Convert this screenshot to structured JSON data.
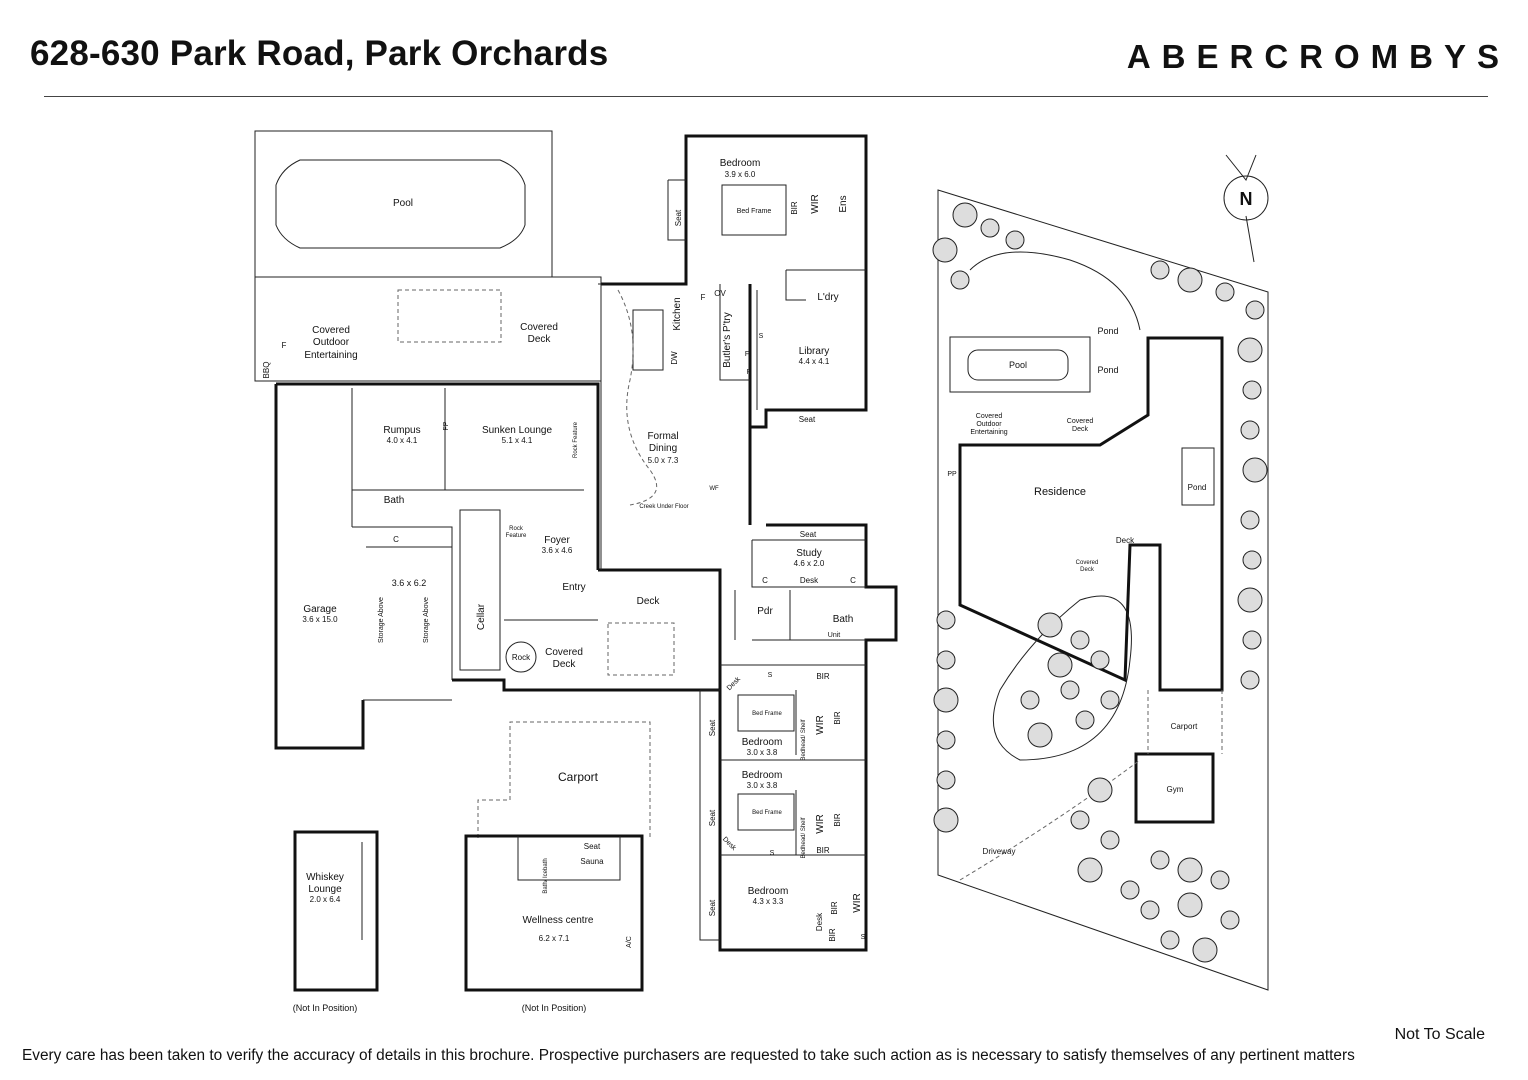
{
  "header": {
    "title": "628-630 Park Road, Park Orchards",
    "brand": "ABERCROMBYS"
  },
  "footer": {
    "scale_note": "Not To Scale",
    "disclaimer": "Every care has been taken to verify the accuracy of details in this brochure. Prospective purchasers are requested to take such action as is necessary to satisfy themselves of any pertinent matters"
  },
  "floorplan": {
    "pool": "Pool",
    "covered_outdoor": [
      "Covered",
      "Outdoor",
      "Entertaining"
    ],
    "covered_deck_top": [
      "Covered",
      "Deck"
    ],
    "bbq": "BBQ",
    "f_bbq": "F",
    "bedroom_main": {
      "name": "Bedroom",
      "size": "3.9 x 6.0",
      "frame": "Bed Frame"
    },
    "seat_main": "Seat",
    "bir_main": "BIR",
    "wir_main": "WIR",
    "ens": "Ens",
    "kitchen": "Kitchen",
    "dw": "DW",
    "f_kitchen": "F",
    "ov": "OV",
    "butlers": "Butler's P'try",
    "s_butlers": "S",
    "f_butlers": "F",
    "p_butlers": "P",
    "ldry": "L'dry",
    "library": {
      "name": "Library",
      "size": "4.4 x 4.1"
    },
    "seat_library": "Seat",
    "rumpus": {
      "name": "Rumpus",
      "size": "4.0 x 4.1"
    },
    "fp": "FP",
    "sunken": {
      "name": "Sunken Lounge",
      "size": "5.1 x 4.1"
    },
    "rock_feature": "Rock Feature",
    "formal": {
      "name": [
        "Formal",
        "Dining"
      ],
      "size": "5.0 x 7.3"
    },
    "creek": "Creek Under Floor",
    "wf": "WF",
    "bath_left": "Bath",
    "c_left": "C",
    "garage": {
      "name": "Garage",
      "size": "3.6 x 15.0"
    },
    "dim_storage": "3.6 x 6.2",
    "storage1": "Storage Above",
    "storage2": "Storage Above",
    "cellar": "Cellar",
    "rock_feature2": [
      "Rock",
      "Feature"
    ],
    "foyer": {
      "name": "Foyer",
      "size": "3.6 x 4.6"
    },
    "entry": "Entry",
    "rock": "Rock",
    "covered_deck_low": [
      "Covered",
      "Deck"
    ],
    "deck_mid": "Deck",
    "seat_study": "Seat",
    "study": {
      "name": "Study",
      "size": "4.6 x 2.0"
    },
    "c_study1": "C",
    "desk_study": "Desk",
    "c_study2": "C",
    "pdr": "Pdr",
    "bath_right": "Bath",
    "unit": "Unit",
    "desk_b1": "Desk",
    "s_b1": "S",
    "bir_b1_top": "BIR",
    "seat_b1": "Seat",
    "frame_b1": "Bed Frame",
    "bedhead_b1": "Bedhead/ Shelf",
    "wir_b1": "WIR",
    "bir_b1": "BIR",
    "bedroom_b1": {
      "name": "Bedroom",
      "size": "3.0 x 3.8"
    },
    "bedroom_b2": {
      "name": "Bedroom",
      "size": "3.0 x 3.8"
    },
    "seat_b2": "Seat",
    "frame_b2": "Bed Frame",
    "bedhead_b2": "Bedhead/ Shelf",
    "wir_b2": "WIR",
    "bir_b2": "BIR",
    "desk_b2": "Desk",
    "s_b2": "S",
    "bir_b2_bot": "BIR",
    "seat_b3": "Seat",
    "bedroom_b3": {
      "name": "Bedroom",
      "size": "4.3 x 3.3"
    },
    "desk_b3": "Desk",
    "bir_b3a": "BIR",
    "wir_b3": "WIR",
    "bir_b3b": "BIR",
    "s_b3": "S",
    "carport": "Carport",
    "whiskey": {
      "name": [
        "Whiskey",
        "Lounge"
      ],
      "size": "2.0 x 6.4"
    },
    "not_in_position1": "(Not In Position)",
    "bath_wellness": "Bath/ Icebath",
    "seat_wellness": "Seat",
    "sauna": "Sauna",
    "wellness": {
      "name": "Wellness centre",
      "size": "6.2 x 7.1"
    },
    "ac": "A/C",
    "not_in_position2": "(Not In Position)"
  },
  "siteplan": {
    "north": "N",
    "pond1": "Pond",
    "pond2": "Pond",
    "pool": "Pool",
    "pp": "PP",
    "covered_outdoor": [
      "Covered",
      "Outdoor",
      "Entertaining"
    ],
    "covered_deck": [
      "Covered",
      "Deck"
    ],
    "residence": "Residence",
    "pond3": "Pond",
    "deck": "Deck",
    "covered_deck2": [
      "Covered",
      "Deck"
    ],
    "carport": "Carport",
    "gym": "Gym",
    "driveway": "Driveway"
  },
  "colors": {
    "wall": "#111111",
    "text": "#111111",
    "tree_fill": "#dddddd"
  }
}
